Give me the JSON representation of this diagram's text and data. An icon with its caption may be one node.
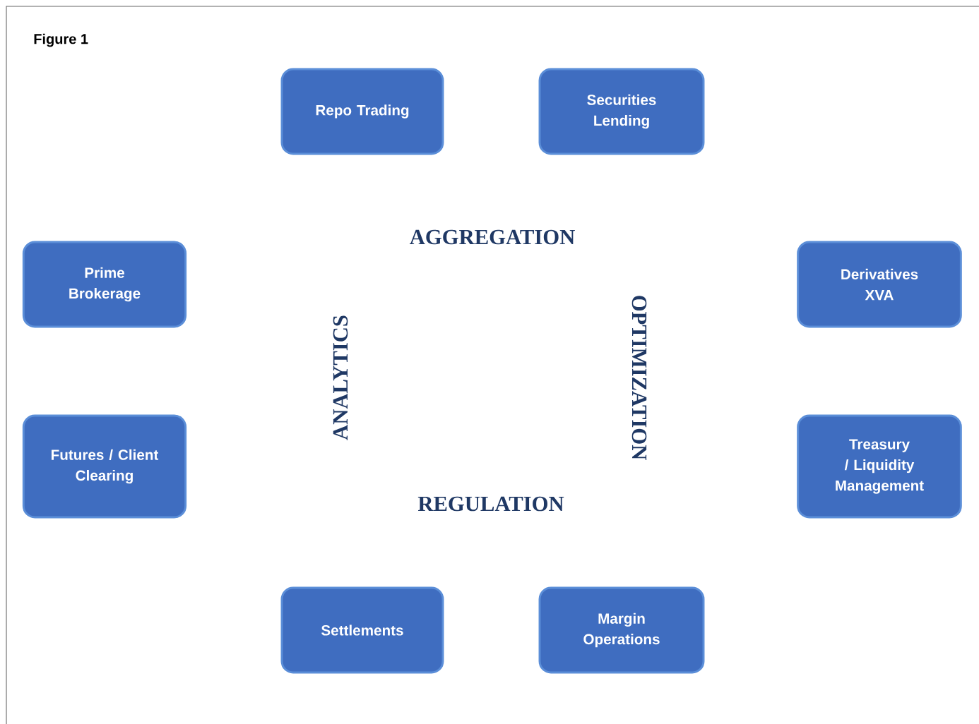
{
  "diagram": {
    "title": "Figure 1",
    "nodes": [
      {
        "text": [
          "Repo Trading"
        ]
      },
      {
        "text": [
          "Securities Lending"
        ]
      },
      {
        "text": [
          "Prime Brokerage"
        ]
      },
      {
        "text": [
          "Derivatives XVA"
        ]
      },
      {
        "text": [
          "Futures / Client Clearing"
        ]
      },
      {
        "text": [
          "Treasury / Liquidity Management"
        ]
      },
      {
        "text": [
          "Settlements"
        ]
      },
      {
        "text": [
          "Margin Operations"
        ]
      }
    ],
    "labels": [
      "AGGREGATION",
      "ANALYTICS",
      "OPTIMIZATION",
      "REGULATION"
    ]
  }
}
